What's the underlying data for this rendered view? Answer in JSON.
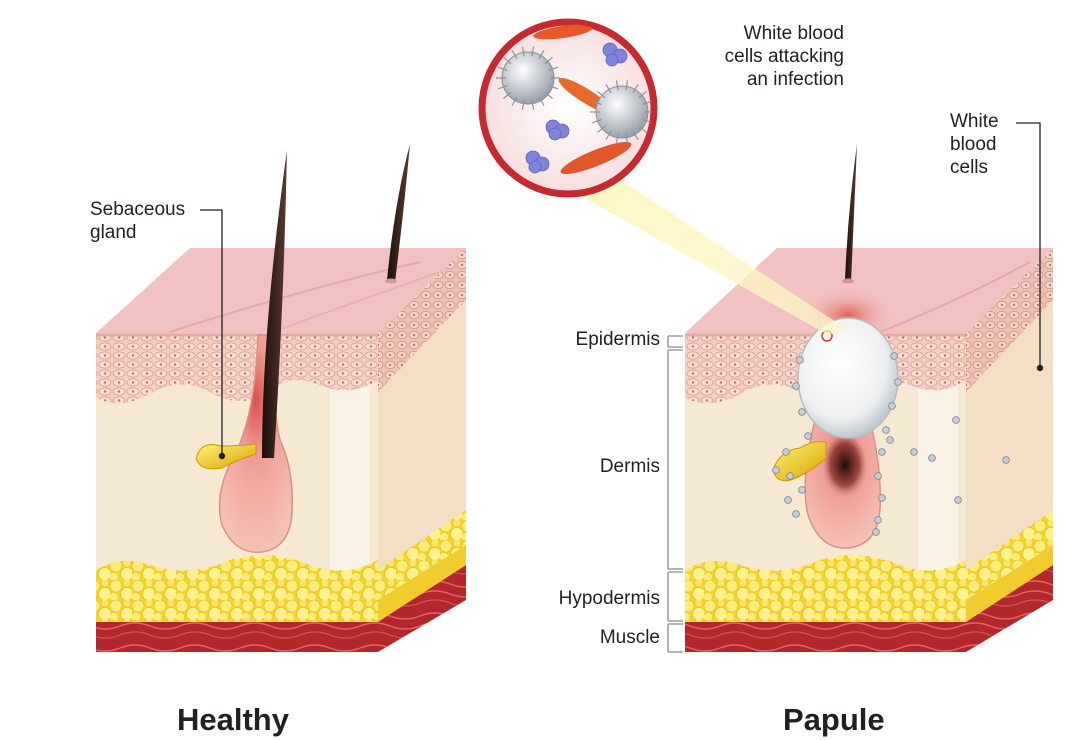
{
  "labels": {
    "sebaceous_gland": [
      "Sebaceous",
      "gland"
    ],
    "wbc_callout": [
      "White blood",
      "cells attacking",
      "an infection"
    ],
    "white_blood_cells": [
      "White",
      "blood",
      "cells"
    ],
    "epidermis": "Epidermis",
    "dermis": "Dermis",
    "hypodermis": "Hypodermis",
    "muscle": "Muscle"
  },
  "titles": {
    "healthy": "Healthy",
    "papule": "Papule"
  },
  "colors": {
    "skin_top": "#f2c4c4",
    "epidermis": "#f4cfc4",
    "dermis": "#f6ead4",
    "fat": "#f5e04a",
    "muscle": "#b7272b",
    "hair": "#2a1a16",
    "pus": "#f4f4f4",
    "callout_ring": "#c42a2f",
    "callout_beam": "#fbf3b0",
    "wbc": "#cfd2d8"
  }
}
